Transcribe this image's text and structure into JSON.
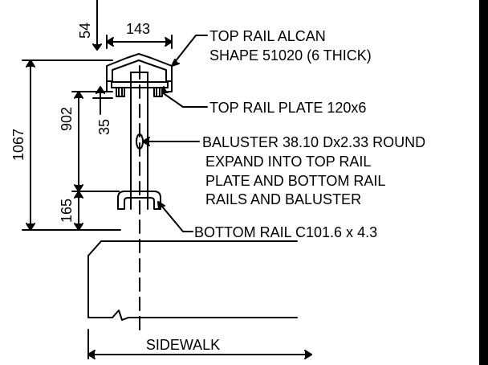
{
  "dimensions": {
    "d54": "54",
    "d143": "143",
    "d902": "902",
    "d35": "35",
    "d1067": "1067",
    "d165": "165"
  },
  "callouts": {
    "top_rail": [
      "TOP RAIL ALCAN",
      "SHAPE 51020 (6 THICK)"
    ],
    "top_rail_plate": "TOP RAIL PLATE 120x6",
    "baluster": [
      "BALUSTER 38.10 Dx2.33 ROUND",
      "EXPAND INTO TOP RAIL",
      "PLATE AND BOTTOM RAIL",
      "RAILS AND BALUSTER"
    ],
    "bottom_rail": "BOTTOM RAIL C101.6 x 4.3",
    "sidewalk": "SIDEWALK"
  },
  "colors": {
    "line": "#000000",
    "background": "#ffffff"
  }
}
